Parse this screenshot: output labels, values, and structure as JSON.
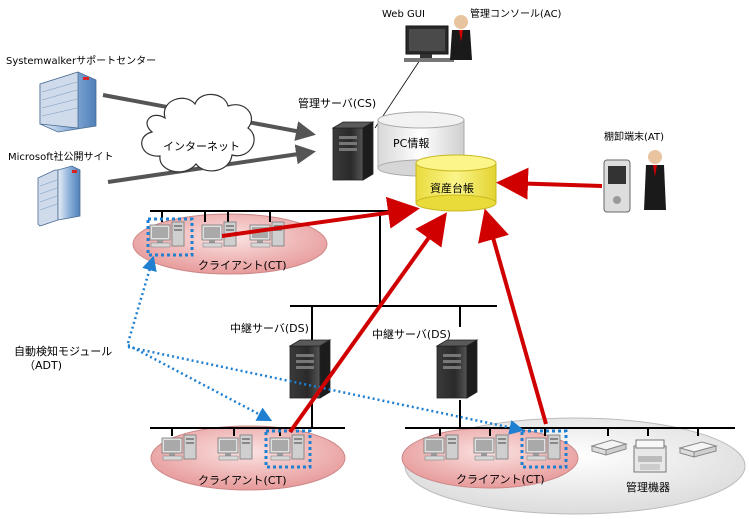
{
  "labels": {
    "web_gui": "Web GUI",
    "admin_console": "管理コンソール(AC)",
    "support_center": "Systemwalkerサポートセンター",
    "microsoft_site": "Microsoft社公開サイト",
    "internet": "インターネット",
    "management_server": "管理サーバ(CS)",
    "pc_info": "PC情報",
    "asset_ledger": "資産台帳",
    "inventory_terminal": "棚卸端末(AT)",
    "client_top": "クライアント(CT)",
    "relay_server_left": "中継サーバ(DS)",
    "relay_server_right": "中継サーバ(DS)",
    "adt_line1": "自動検知モジュール",
    "adt_line2": "（ADT)",
    "client_bottom_left": "クライアント(CT)",
    "client_bottom_right": "クライアント(CT)",
    "managed_devices": "管理機器"
  },
  "colors": {
    "red_arrow": "#d00000",
    "blue_dotted": "#1f7fd0",
    "gray_arrow": "#555555",
    "ledger_fill": "#f8f06a",
    "pink_zone": "#f3bcbc"
  }
}
